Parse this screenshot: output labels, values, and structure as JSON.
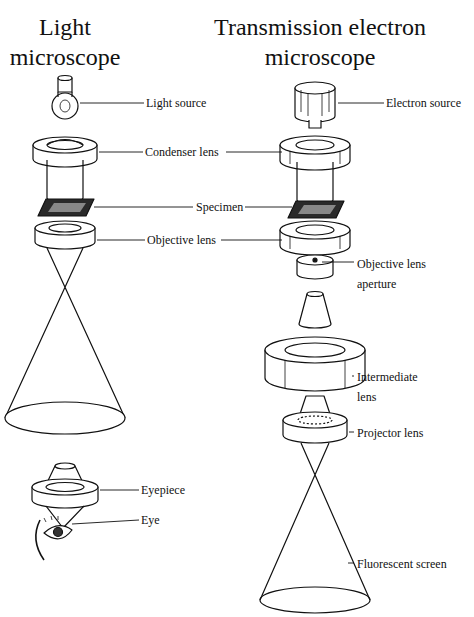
{
  "diagram": {
    "labels": [
      "Light microscope",
      "Transmission electron microscope",
      "Light source",
      "Electron source",
      "Condenser lens",
      "Specimen",
      "Objective lens",
      "Objective lens aperture",
      "Intermediate lens",
      "Projector lens",
      "Eyepiece",
      "Eye",
      "Fluorescent screen"
    ]
  }
}
